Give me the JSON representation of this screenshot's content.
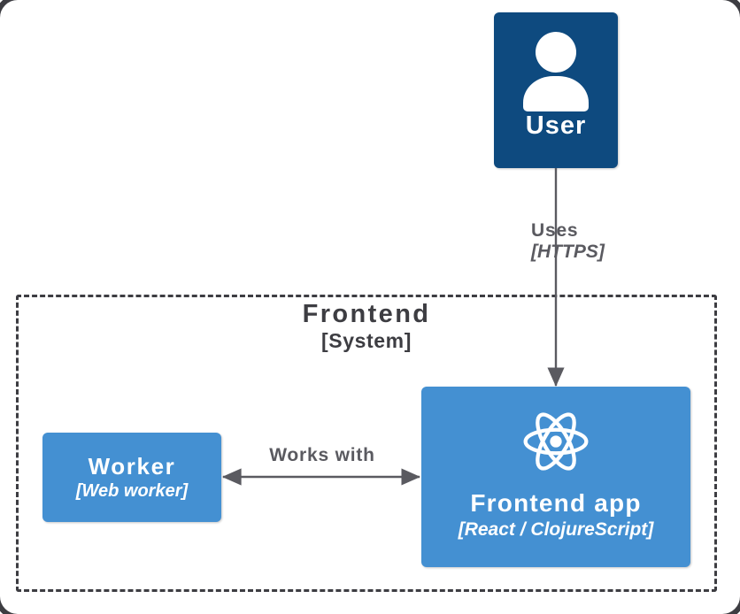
{
  "diagram": {
    "type": "c4-container-diagram",
    "background_color": "#ffffff",
    "frame_color": "#3d3d42"
  },
  "nodes": [
    {
      "id": "user",
      "name": "User",
      "title": "User",
      "subtitle": "",
      "icon": "person-icon",
      "color": "#0e4a7f",
      "text_color": "#ffffff"
    },
    {
      "id": "worker",
      "name": "Worker",
      "title": "Worker",
      "subtitle": "[Web worker]",
      "icon": "",
      "color": "#4490d2",
      "text_color": "#ffffff"
    },
    {
      "id": "frontend-app",
      "name": "Frontend app",
      "title": "Frontend app",
      "subtitle": "[React / ClojureScript]",
      "icon": "react-logo-icon",
      "color": "#4490d2",
      "text_color": "#ffffff"
    }
  ],
  "boundary": {
    "title": "Frontend",
    "subtitle": "[System]",
    "style": "dashed",
    "color": "#3d3d42"
  },
  "edges": [
    {
      "id": "user-to-frontend-app",
      "from": "user",
      "to": "frontend-app",
      "label": "Uses",
      "technology": "[HTTPS]",
      "direction": "one-way",
      "color": "#5a5a60"
    },
    {
      "id": "worker-to-frontend-app",
      "from": "worker",
      "to": "frontend-app",
      "label": "Works with",
      "technology": "",
      "direction": "bidirectional",
      "color": "#5a5a60"
    }
  ]
}
